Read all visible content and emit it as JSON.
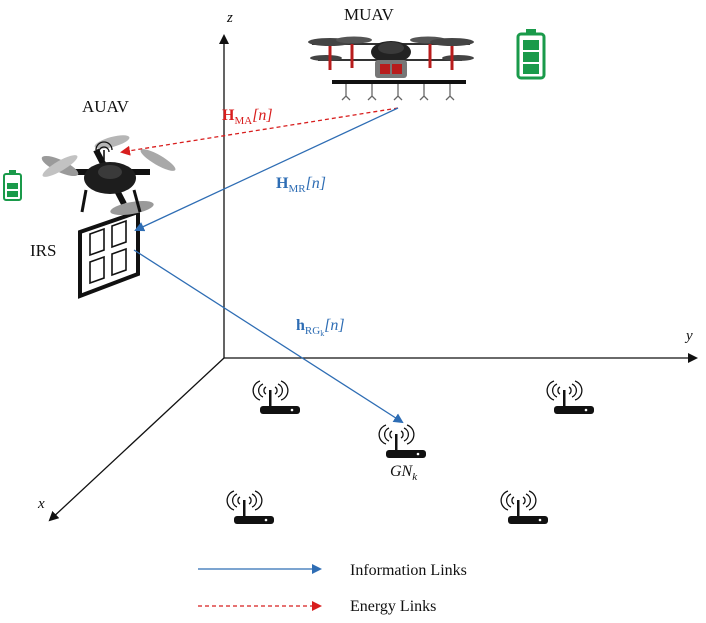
{
  "axes": {
    "z": "z",
    "y": "y",
    "x": "x"
  },
  "nodes": {
    "muav": "MUAV",
    "auav": "AUAV",
    "irs": "IRS",
    "gn_k": "GN",
    "gn_k_sub": "k"
  },
  "channels": {
    "ma": {
      "symbol": "H",
      "sub": "MA",
      "arg": "[n]",
      "color": "#d81e1e"
    },
    "mr": {
      "symbol": "H",
      "sub": "MR",
      "arg": "[n]",
      "color": "#2e6db4"
    },
    "rg": {
      "symbol": "h",
      "sub": "RG",
      "subsub": "k",
      "arg": "[n]",
      "color": "#2e6db4"
    }
  },
  "legend": {
    "information": "Information Links",
    "energy": "Energy Links"
  },
  "colors": {
    "information": "#2e6db4",
    "energy": "#d81e1e",
    "battery": "#1a9a4a"
  }
}
